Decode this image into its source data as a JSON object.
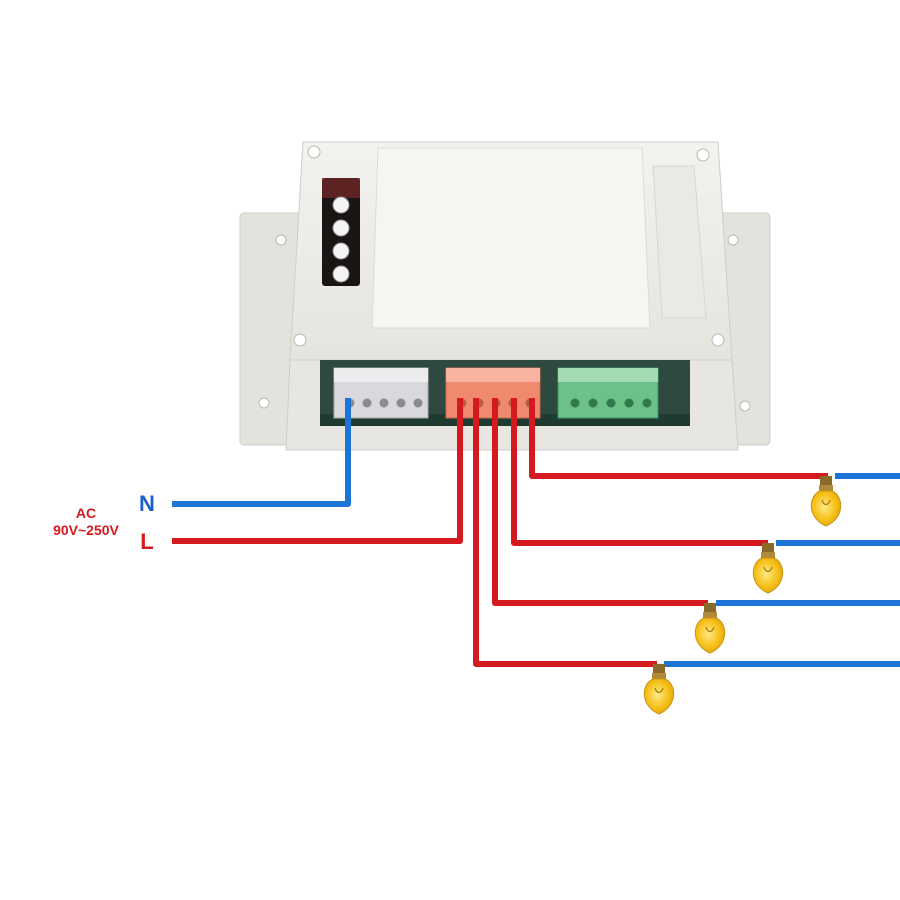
{
  "supply": {
    "ac": "AC",
    "voltage": "90V~250V",
    "neutral": "N",
    "live": "L"
  },
  "colors": {
    "neutral_wire": "#1e73d6",
    "live_wire": "#d51a1f",
    "label_blue": "#1e5fd0",
    "label_red": "#d51a1f",
    "enclosure": "#eeece8",
    "bulb_glass": "#f7c21b",
    "terminal_grey": "#d9d9dd",
    "terminal_orange": "#f08a6e",
    "terminal_green": "#6cc08a"
  },
  "device": {
    "buttons": 4,
    "terminal_blocks": [
      "grey-input",
      "orange-outputs",
      "green-terminals"
    ]
  },
  "loads": {
    "count": 4
  }
}
